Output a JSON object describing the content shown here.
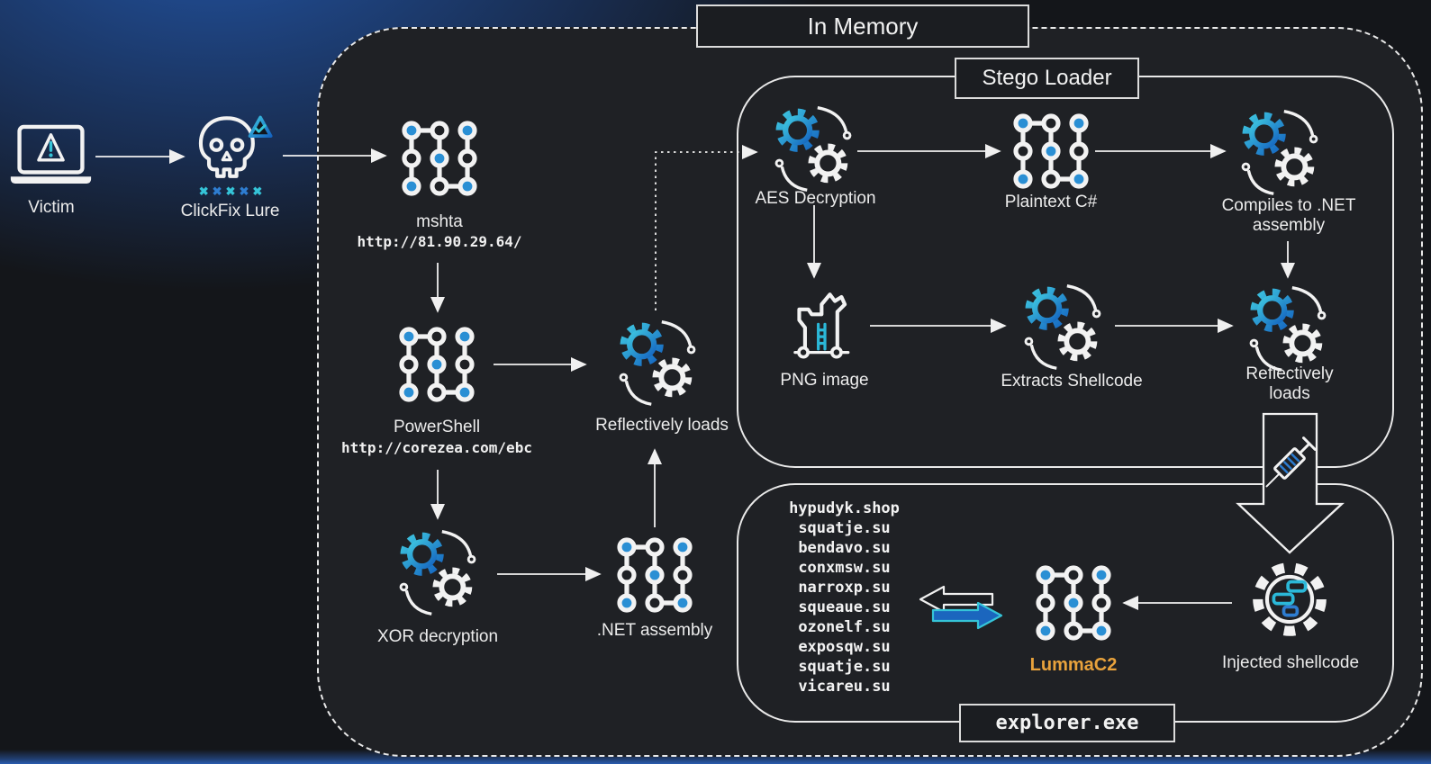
{
  "palette": {
    "accent_blue": "#2e7dd1",
    "accent_teal": "#35c4d8",
    "lumma_orange": "#e8a23c",
    "line": "#f0f0f0"
  },
  "containers": {
    "in_memory": {
      "label": "In Memory"
    },
    "stego_loader": {
      "label": "Stego Loader"
    },
    "explorer": {
      "label": "explorer.exe"
    }
  },
  "nodes": {
    "victim": {
      "label": "Victim"
    },
    "clickfix": {
      "label": "ClickFix Lure",
      "dots": [
        "✖",
        "✖",
        "✖",
        "✖",
        "✖"
      ]
    },
    "mshta": {
      "label": "mshta",
      "url": "http://81.90.29.64/"
    },
    "powershell": {
      "label": "PowerShell",
      "url": "http://corezea.com/ebc"
    },
    "xor_decryption": {
      "label": "XOR decryption"
    },
    "net_assembly": {
      "label": ".NET assembly"
    },
    "reflectively_loads": {
      "label": "Reflectively loads"
    },
    "aes_decryption": {
      "label": "AES Decryption"
    },
    "plaintext_cs": {
      "label": "Plaintext C#"
    },
    "compiles_net": {
      "label": "Compiles to .NET assembly"
    },
    "png_image": {
      "label": "PNG image"
    },
    "extracts_shellcode": {
      "label": "Extracts Shellcode"
    },
    "reflectively_loads2": {
      "label": "Reflectively loads"
    },
    "lummac2": {
      "label": "LummaC2"
    },
    "injected_shellcode": {
      "label": "Injected shellcode"
    }
  },
  "c2_domains": [
    "hypudyk.shop",
    "squatje.su",
    "bendavo.su",
    "conxmsw.su",
    "narroxp.su",
    "squeaue.su",
    "ozonelf.su",
    "exposqw.su",
    "squatje.su",
    "vicareu.su"
  ]
}
